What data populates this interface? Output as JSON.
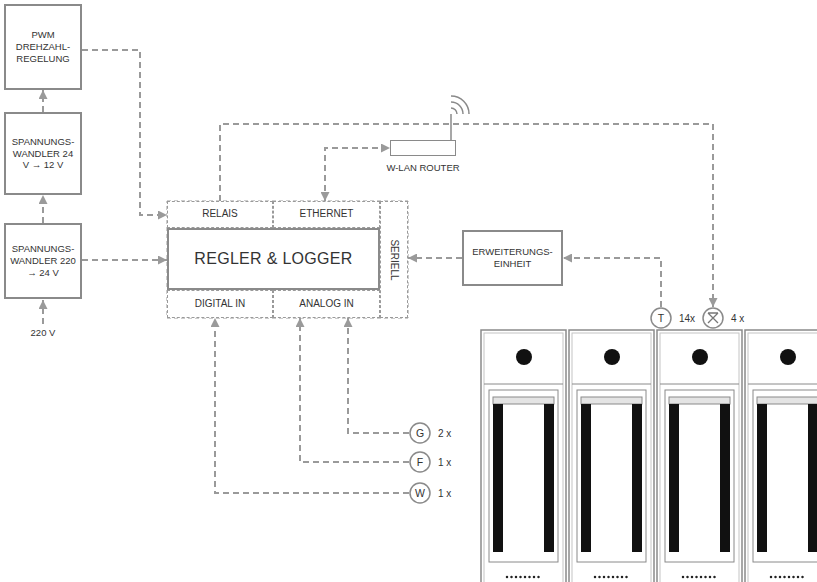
{
  "diagram": {
    "nodes": [
      {
        "text": [
          "PWM DREHZAHL- REGELUNG"
        ]
      },
      {
        "text": [
          "SPANNUNGS- WANDLER 24 V → 12 V"
        ]
      },
      {
        "text": [
          "SPANNUNGS- WANDLER 220 → 24 V"
        ]
      },
      {
        "text": [
          "W-LAN ROUTER"
        ]
      },
      {
        "text": [
          "RELAIS"
        ]
      },
      {
        "text": [
          "ETHERNET"
        ]
      },
      {
        "text": [
          "SERIELL"
        ]
      },
      {
        "text": [
          "REGLER & LOGGER"
        ]
      },
      {
        "text": [
          "DIGITAL IN"
        ]
      },
      {
        "text": [
          "ANALOG IN"
        ]
      },
      {
        "text": [
          "ERWEITERUNGS- EINHEIT"
        ]
      },
      {
        "text": [
          "T",
          "14x"
        ]
      },
      {
        "text": [
          "4 x"
        ]
      },
      {
        "text": [
          "G",
          "2 x"
        ]
      },
      {
        "text": [
          "F",
          "1 x"
        ]
      },
      {
        "text": [
          "W",
          "1 x"
        ]
      }
    ],
    "edges": [
      {
        "from": 0,
        "to": 4,
        "arrow": "to"
      },
      {
        "from": 1,
        "to": 0,
        "arrow": "to"
      },
      {
        "from": 2,
        "to": 1,
        "arrow": "to"
      },
      {
        "from": 2,
        "to": 7,
        "arrow": "to"
      },
      {
        "from": 5,
        "to": 3,
        "arrow": "both"
      },
      {
        "from": 4,
        "to": 12,
        "arrow": "to"
      },
      {
        "from": 10,
        "to": 6,
        "arrow": "to"
      },
      {
        "from": 11,
        "to": 10,
        "arrow": "to"
      },
      {
        "from": 13,
        "to": 9,
        "arrow": "to"
      },
      {
        "from": 14,
        "to": 9,
        "arrow": "to"
      },
      {
        "from": 15,
        "to": 8,
        "arrow": "to"
      }
    ],
    "labels": [
      "220 V"
    ]
  }
}
